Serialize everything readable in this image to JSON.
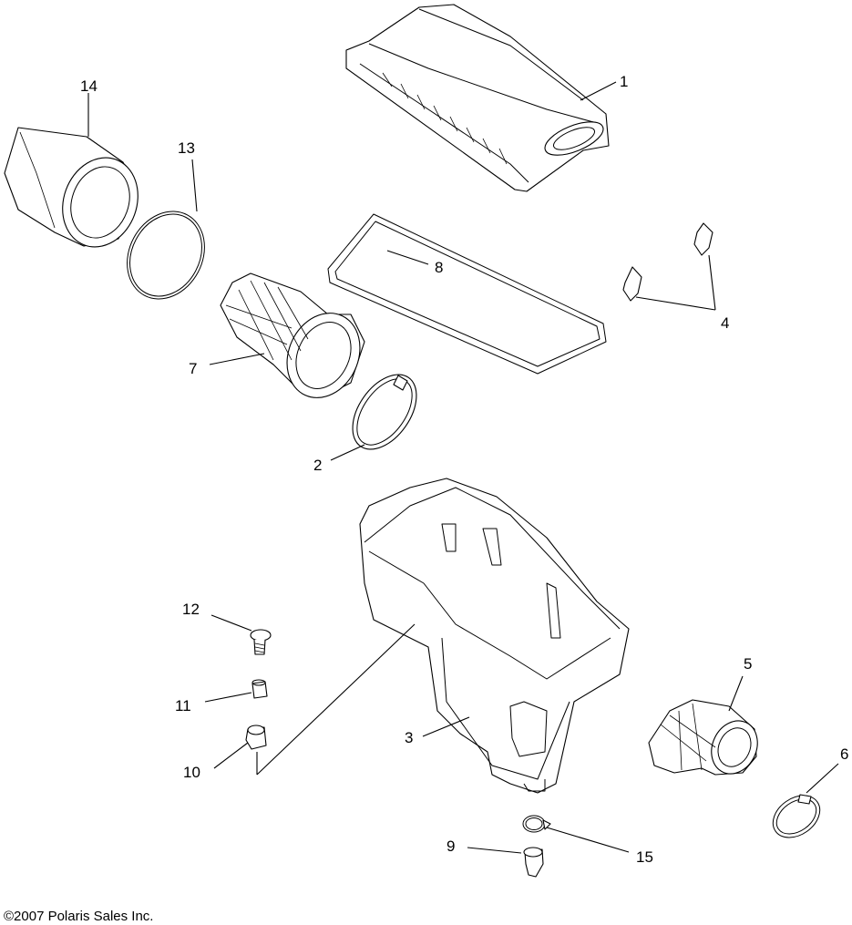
{
  "copyright": "©2007 Polaris Sales Inc.",
  "callouts": {
    "c1": "1",
    "c2": "2",
    "c3": "3",
    "c4": "4",
    "c5": "5",
    "c6": "6",
    "c7": "7",
    "c8": "8",
    "c9": "9",
    "c10": "10",
    "c11": "11",
    "c12": "12",
    "c13": "13",
    "c14": "14",
    "c15": "15"
  }
}
